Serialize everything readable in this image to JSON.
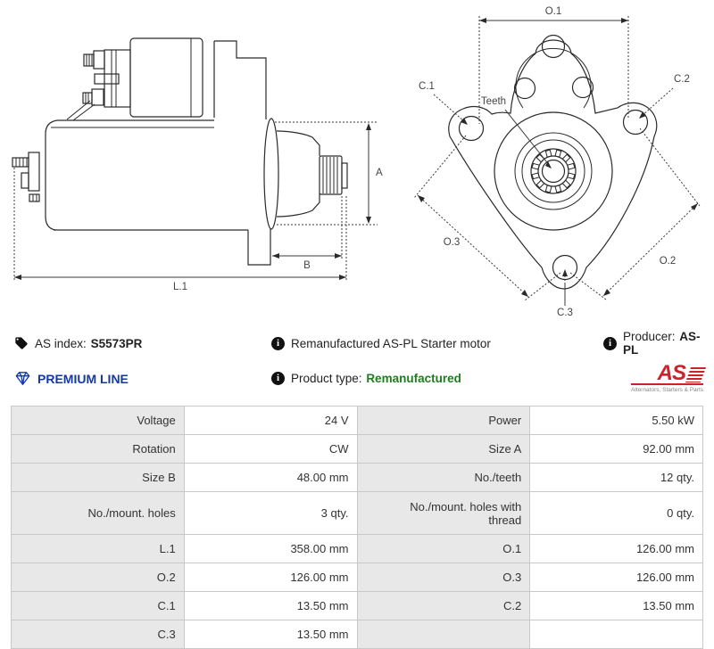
{
  "drawing": {
    "side_view": {
      "labels": {
        "a": "A",
        "b": "B",
        "l1": "L.1"
      }
    },
    "front_view": {
      "labels": {
        "o1": "O.1",
        "c1": "C.1",
        "c2": "C.2",
        "teeth": "Teeth",
        "o3": "O.3",
        "o2": "O.2",
        "c3": "C.3"
      }
    }
  },
  "info": {
    "as_index_label": "AS index:",
    "as_index_value": "S5573PR",
    "description": "Remanufactured AS-PL Starter motor",
    "producer_label": "Producer:",
    "producer_value": "AS-PL",
    "premium_line": "PREMIUM LINE",
    "product_type_label": "Product type:",
    "product_type_value": "Remanufactured",
    "logo_text": "AS",
    "logo_caption": "Alternators, Starters & Parts"
  },
  "colors": {
    "premium_blue": "#1537ad",
    "remanufactured_green": "#1e7e1e",
    "logo_red": "#cc2229",
    "table_label_bg": "#e8e8e8",
    "table_border": "#c8c8c8"
  },
  "table": {
    "rows": [
      {
        "l_label": "Voltage",
        "l_value": "24 V",
        "r_label": "Power",
        "r_value": "5.50 kW"
      },
      {
        "l_label": "Rotation",
        "l_value": "CW",
        "r_label": "Size A",
        "r_value": "92.00 mm"
      },
      {
        "l_label": "Size B",
        "l_value": "48.00 mm",
        "r_label": "No./teeth",
        "r_value": "12 qty."
      },
      {
        "l_label": "No./mount. holes",
        "l_value": "3 qty.",
        "r_label": "No./mount. holes with thread",
        "r_value": "0 qty."
      },
      {
        "l_label": "L.1",
        "l_value": "358.00 mm",
        "r_label": "O.1",
        "r_value": "126.00 mm"
      },
      {
        "l_label": "O.2",
        "l_value": "126.00 mm",
        "r_label": "O.3",
        "r_value": "126.00 mm"
      },
      {
        "l_label": "C.1",
        "l_value": "13.50 mm",
        "r_label": "C.2",
        "r_value": "13.50 mm"
      },
      {
        "l_label": "C.3",
        "l_value": "13.50 mm",
        "r_label": "",
        "r_value": ""
      }
    ]
  }
}
